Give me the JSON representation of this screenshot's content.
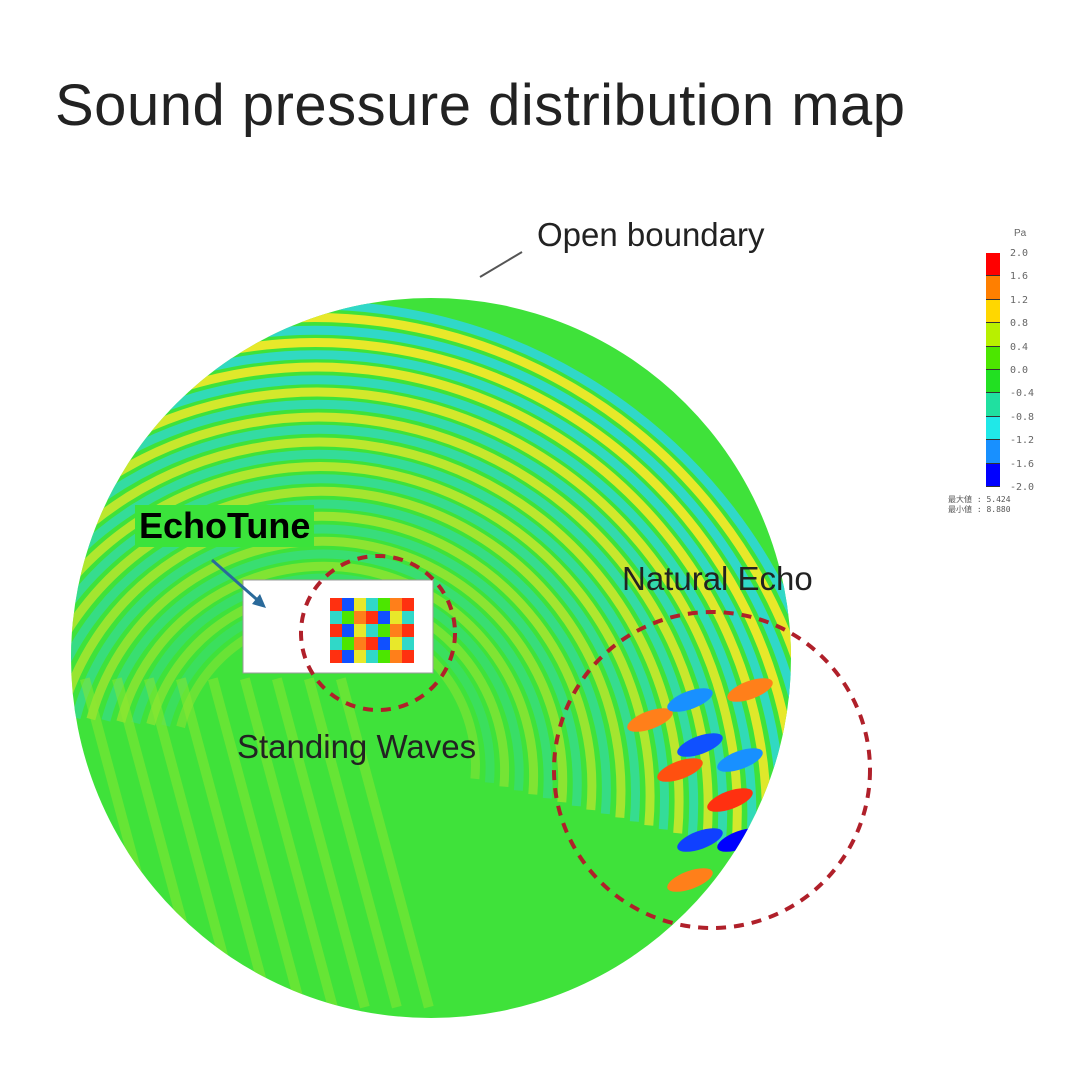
{
  "title": "Sound pressure distribution map",
  "labels": {
    "open_boundary": "Open boundary",
    "echotune": "EchoTune",
    "natural_echo": "Natural Echo",
    "standing_waves": "Standing Waves"
  },
  "legend": {
    "unit": "Pa",
    "ticks": [
      "2.0",
      "1.6",
      "1.2",
      "0.8",
      "0.4",
      "0.0",
      "-0.4",
      "-0.8",
      "-1.2",
      "-1.6",
      "-2.0"
    ],
    "colors": [
      "#ff0000",
      "#ff7f00",
      "#ffd700",
      "#b8f000",
      "#4ce600",
      "#22e022",
      "#20e0a0",
      "#20e8e8",
      "#1890ff",
      "#0000ff"
    ],
    "max_label": "最大値 : 5.424",
    "min_label": "最小値 : 8.880"
  },
  "colors": {
    "field": "#3fe23a",
    "yellow": "#e8e82a",
    "cyan": "#30d8c8",
    "marker": "#b0202a"
  }
}
